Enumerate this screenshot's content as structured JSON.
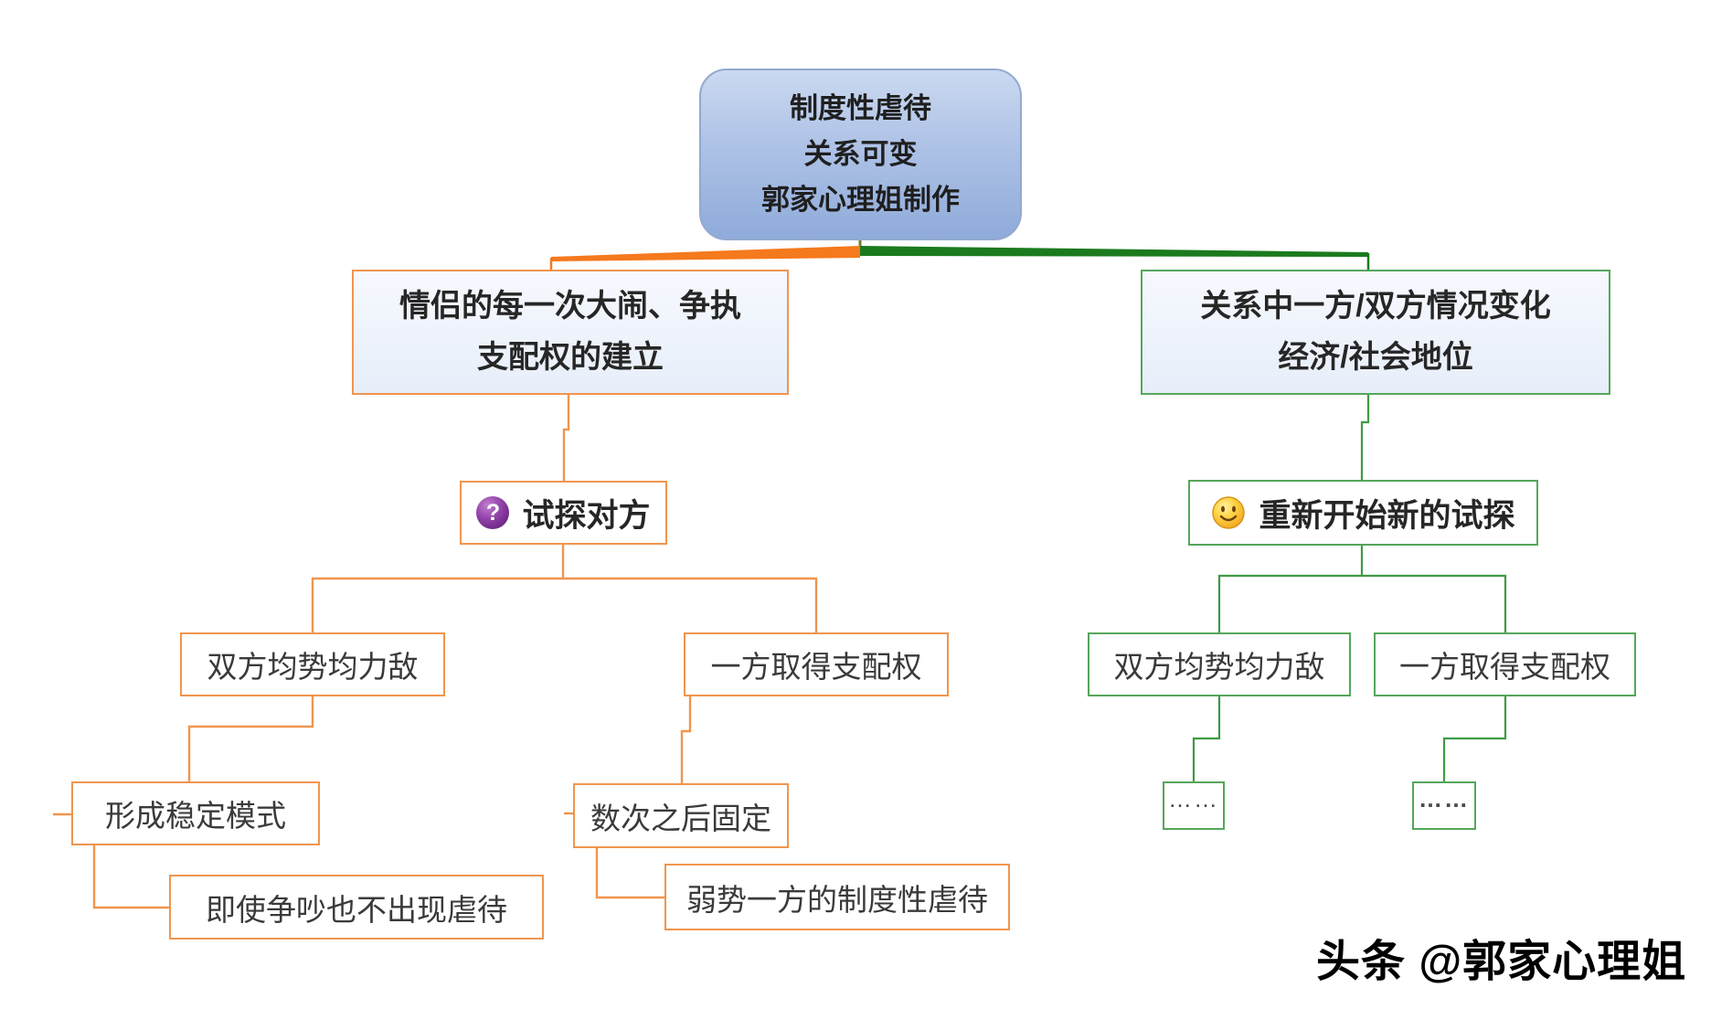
{
  "diagram": {
    "root": {
      "line1": "制度性虐待",
      "line2": "关系可变",
      "line3": "郭家心理姐制作"
    },
    "left_branch": {
      "topic_line1": "情侣的每一次大闹、争执",
      "topic_line2": "支配权的建立",
      "probe_label": "试探对方",
      "probe_icon_glyph": "?",
      "balanced_label": "双方均势均力敌",
      "dominance_label": "一方取得支配权",
      "stable_label": "形成稳定模式",
      "fixed_label": "数次之后固定",
      "no_abuse_label": "即使争吵也不出现虐待",
      "abuse_label": "弱势一方的制度性虐待"
    },
    "right_branch": {
      "topic_line1": "关系中一方/双方情况变化",
      "topic_line2": "经济/社会地位",
      "retry_label": "重新开始新的试探",
      "balanced_label": "双方均势均力敌",
      "dominance_label": "一方取得支配权",
      "ellipsis1_label": "……",
      "ellipsis2_label": "……"
    },
    "watermark": "头条 @郭家心理姐",
    "colors": {
      "orange_border": "#F0954E",
      "orange_branch_band": "#F5791D",
      "green_border": "#55A65A",
      "green_line": "#3E9A44",
      "green_branch_band": "#1B7A1E",
      "root_fill_top": "#CBD9F0",
      "root_fill_bottom": "#8FABDA",
      "root_border": "#93A9CF",
      "topic_fill": "#E7EEF9",
      "question_icon_purple": "#7A2F91",
      "smiley_yellow": "#FFD341",
      "text_dark": "#262626"
    }
  }
}
